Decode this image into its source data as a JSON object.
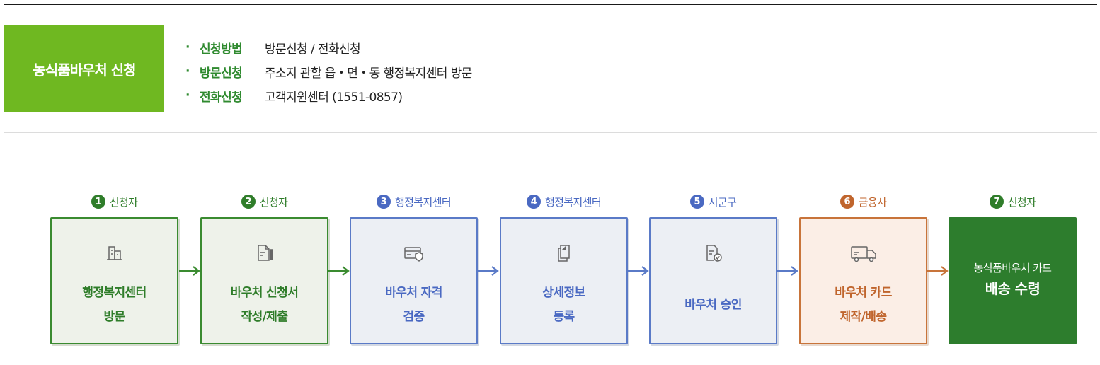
{
  "header": {
    "title": "농식품바우처 신청",
    "items": [
      {
        "bullet": "·",
        "label": "신청방법",
        "value": "방문신청 / 전화신청"
      },
      {
        "bullet": "·",
        "label": "방문신청",
        "value": "주소지 관할 읍・면・동 행정복지센터 방문"
      },
      {
        "bullet": "·",
        "label": "전화신청",
        "value": "고객지원센터 (1551-0857)"
      }
    ]
  },
  "steps": [
    {
      "num": "1",
      "actor": "신청자",
      "line1": "행정복지센터",
      "line2": "방문",
      "color": "#2f7d2a",
      "icon": "building-icon"
    },
    {
      "num": "2",
      "actor": "신청자",
      "line1": "바우처 신청서",
      "line2": "작성/제출",
      "color": "#2f7d2a",
      "icon": "document-pencil-icon"
    },
    {
      "num": "3",
      "actor": "행정복지센터",
      "line1": "바우처 자격",
      "line2": "검증",
      "color": "#4a69c2",
      "icon": "card-shield-icon"
    },
    {
      "num": "4",
      "actor": "행정복지센터",
      "line1": "상세정보",
      "line2": "등록",
      "color": "#4a69c2",
      "icon": "documents-icon"
    },
    {
      "num": "5",
      "actor": "시군구",
      "line1": "바우처 승인",
      "line2": "",
      "color": "#4a69c2",
      "icon": "document-check-icon"
    },
    {
      "num": "6",
      "actor": "금융사",
      "line1": "바우처 카드",
      "line2": "제작/배송",
      "color": "#c0652d",
      "icon": "delivery-truck-icon"
    },
    {
      "num": "7",
      "actor": "신청자",
      "line1": "농식품바우처 카드",
      "line2": "배송 수령",
      "color": "#2f7d2a",
      "icon": ""
    }
  ],
  "colors": {
    "green": "#2f7d2a",
    "blue": "#4a69c2",
    "orange": "#c0652d",
    "title_bg": "#6fb821",
    "final_bg": "#2d7d2d"
  }
}
